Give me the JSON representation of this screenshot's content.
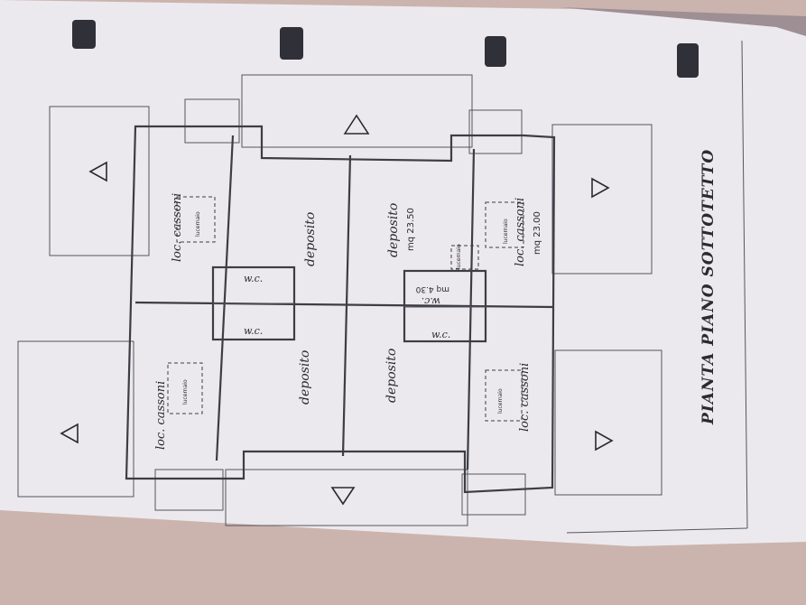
{
  "plan": {
    "title": "PIANTA PIANO SOTTOTETTO",
    "rooms": {
      "tl_cassoni": "loc. cassoni",
      "tl_lucernaio": "lucernaio",
      "tl_deposito": "deposito",
      "tc_deposito": "deposito",
      "tc_area": "mq 23.50",
      "tr_cassoni": "loc. cassoni",
      "tr_area": "mq 23.00",
      "tr_lucernaio": "lucernaio",
      "wc_left_top": "w.c.",
      "wc_left_bottom": "w.c.",
      "wc_right": "w.c.",
      "wc_right_area": "mq 4.30",
      "wc_right_lucernaio": "lucernaio",
      "wc_right_bottom": "w.c.",
      "bl_cassoni": "loc. cassoni",
      "bl_lucernaio": "lucernaio",
      "bl_deposito": "deposito",
      "bc_deposito": "deposito",
      "br_cassoni": "loc. cassoni",
      "br_lucernaio": "lucernaio"
    }
  },
  "colors": {
    "background": "#cbb4ad",
    "sheet": "#ece9ee",
    "ink": "#2a2a30"
  }
}
